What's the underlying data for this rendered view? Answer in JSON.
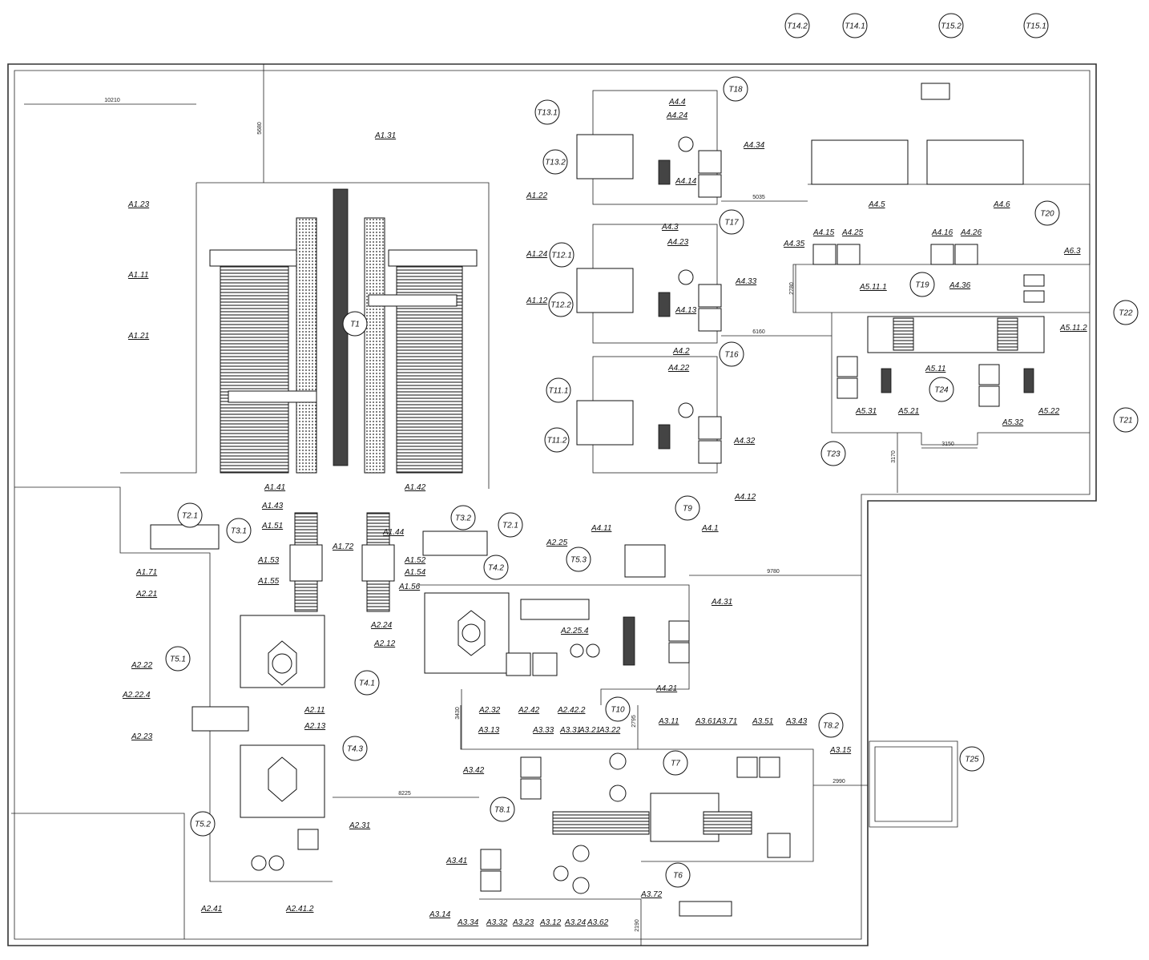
{
  "equipment_labels": [
    "A1.31",
    "A1.23",
    "A1.22",
    "A1.11",
    "A1.24",
    "A1.12",
    "A1.21",
    "A1.41",
    "A1.42",
    "A1.43",
    "A1.44",
    "A1.51",
    "A1.52",
    "A1.53",
    "A1.54",
    "A1.55",
    "A1.56",
    "A1.71",
    "A1.72",
    "A2.21",
    "A2.25",
    "A2.24",
    "A2.12",
    "A2.25.4",
    "A2.22",
    "A2.22.4",
    "A2.11",
    "A2.13",
    "A2.32",
    "A2.42",
    "A2.42.2",
    "A2.23",
    "A2.31",
    "A2.41",
    "A2.41.2",
    "A4.4",
    "A4.24",
    "A4.34",
    "A4.14",
    "A4.3",
    "A4.23",
    "A4.33",
    "A4.13",
    "A4.2",
    "A4.22",
    "A4.32",
    "A4.12",
    "A4.11",
    "A4.1",
    "A4.31",
    "A4.21",
    "A4.35",
    "A4.15",
    "A4.25",
    "A4.5",
    "A4.16",
    "A4.26",
    "A4.6",
    "A4.36",
    "A6.3",
    "A5.11.1",
    "A5.11.2",
    "A5.11",
    "A5.21",
    "A5.31",
    "A5.32",
    "A5.22",
    "A3.11",
    "A3.61",
    "A3.71",
    "A3.51",
    "A3.43",
    "A3.15",
    "A3.13",
    "A3.33",
    "A3.31",
    "A3.21",
    "A3.22",
    "A3.42",
    "A3.41",
    "A3.72",
    "A3.14",
    "A3.34",
    "A3.32",
    "A3.23",
    "A3.12",
    "A3.24",
    "A3.62"
  ],
  "station_markers": [
    "T14.2",
    "T14.1",
    "T15.2",
    "T15.1",
    "T18",
    "T13.1",
    "T13.2",
    "T17",
    "T12.1",
    "T12.2",
    "T16",
    "T11.1",
    "T11.2",
    "T1",
    "T20",
    "T19",
    "T22",
    "T24",
    "T21",
    "T23",
    "T2.1",
    "T2.1",
    "T3.1",
    "T3.2",
    "T9",
    "T4.2",
    "T5.3",
    "T4.1",
    "T5.1",
    "T10",
    "T4.3",
    "T8.2",
    "T7",
    "T8.1",
    "T6",
    "T5.2",
    "T25"
  ],
  "dimensions": [
    "10210",
    "5680",
    "5035",
    "2780",
    "6160",
    "3170",
    "3150",
    "9780",
    "3430",
    "2795",
    "8225",
    "2990",
    "2190"
  ],
  "colors": {
    "line": "#111111",
    "background": "#ffffff"
  }
}
